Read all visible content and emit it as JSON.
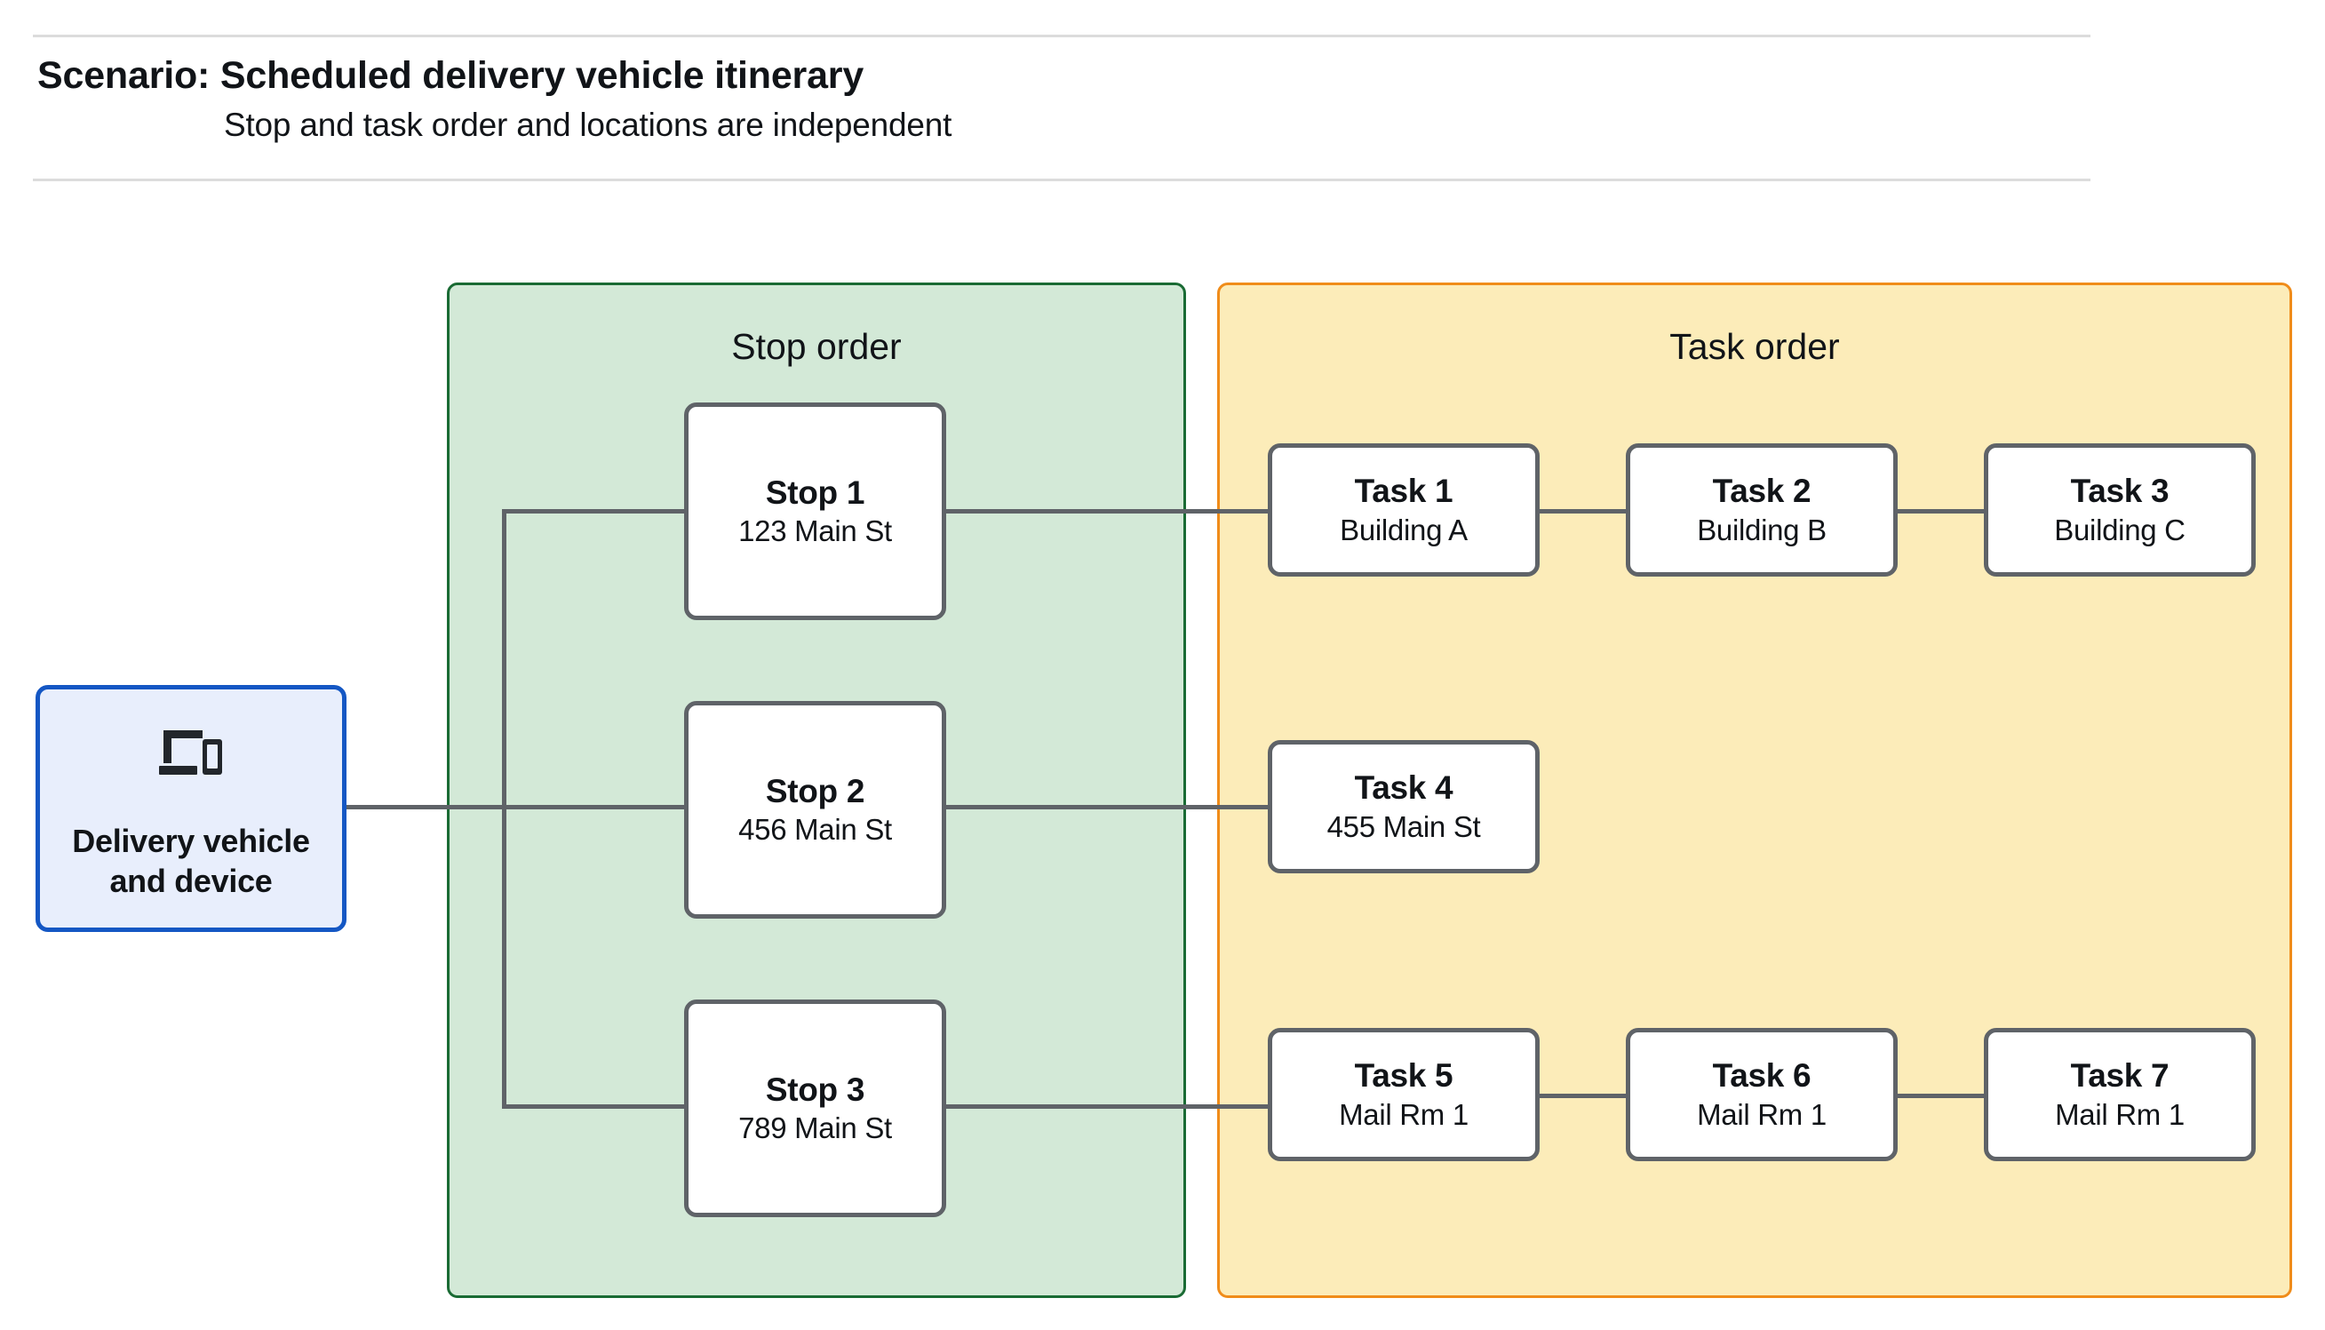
{
  "header": {
    "title": "Scenario: Scheduled delivery vehicle itinerary",
    "subtitle": "Stop and task order and locations are independent"
  },
  "vehicle": {
    "label": "Delivery vehicle\nand device",
    "label_line1": "Delivery vehicle",
    "label_line2": "and device",
    "icon": "devices-icon"
  },
  "panels": {
    "stop": {
      "title": "Stop order",
      "fill_color": "#d3e9d7",
      "border_color": "#1a6b34"
    },
    "task": {
      "title": "Task order",
      "fill_color": "#fcecb9",
      "border_color": "#f08c1a"
    }
  },
  "stops": [
    {
      "title": "Stop 1",
      "location": "123 Main St"
    },
    {
      "title": "Stop 2",
      "location": "456 Main St"
    },
    {
      "title": "Stop 3",
      "location": "789 Main St"
    }
  ],
  "tasks": [
    {
      "title": "Task 1",
      "location": "Building A"
    },
    {
      "title": "Task 2",
      "location": "Building B"
    },
    {
      "title": "Task 3",
      "location": "Building C"
    },
    {
      "title": "Task 4",
      "location": "455 Main St"
    },
    {
      "title": "Task 5",
      "location": "Mail Rm 1"
    },
    {
      "title": "Task 6",
      "location": "Mail Rm 1"
    },
    {
      "title": "Task 7",
      "location": "Mail Rm 1"
    }
  ],
  "colors": {
    "connector": "#5f6368",
    "node_border": "#5f6368",
    "vehicle_border": "#1457c4",
    "vehicle_fill": "#e8eefc",
    "rule": "#dcdcdc",
    "text": "#111418"
  }
}
